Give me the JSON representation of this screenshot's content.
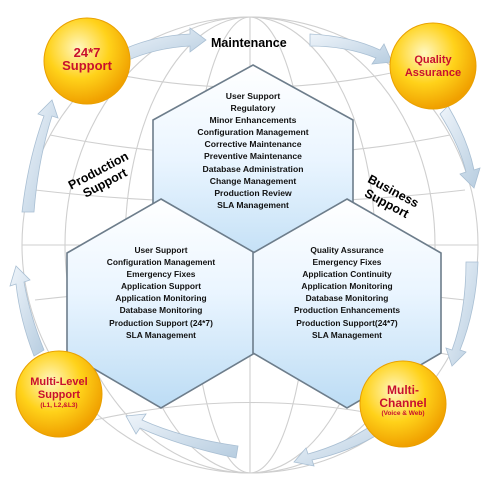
{
  "sections": {
    "maintenance": {
      "title": "Maintenance",
      "items": [
        "User Support",
        "Regulatory",
        "Minor Enhancements",
        "Configuration Management",
        "Corrective Maintenance",
        "Preventive Maintenance",
        "Database Administration",
        "Change Management",
        "Production Review",
        "SLA Management"
      ]
    },
    "production_support": {
      "title_line1": "Production",
      "title_line2": "Support",
      "items": [
        "User Support",
        "Configuration Management",
        "Emergency Fixes",
        "Application Support",
        "Application Monitoring",
        "Database Monitoring",
        "Production Support (24*7)",
        "SLA Management"
      ]
    },
    "business_support": {
      "title_line1": "Business",
      "title_line2": "Support",
      "items": [
        "Quality Assurance",
        "Emergency Fixes",
        "Application Continuity",
        "Application Monitoring",
        "Database Monitoring",
        "Production Enhancements",
        "Production Support(24*7)",
        "SLA Management"
      ]
    }
  },
  "circles": {
    "support_247": {
      "line1": "24*7",
      "line2": "Support"
    },
    "quality_assurance": {
      "line1": "Quality",
      "line2": "Assurance"
    },
    "multi_level": {
      "line1": "Multi-Level",
      "line2": "Support",
      "sub": "(L1, L2,&L3)"
    },
    "multi_channel": {
      "line1": "Multi-",
      "line2": "Channel",
      "sub": "(Voice & Web)"
    }
  },
  "colors": {
    "circle_fill": "#f7b500",
    "circle_text": "#c8102e",
    "hex_fill": "#dcefff",
    "arrow": "#c8daea",
    "globe_lines": "#cfcfcf"
  }
}
